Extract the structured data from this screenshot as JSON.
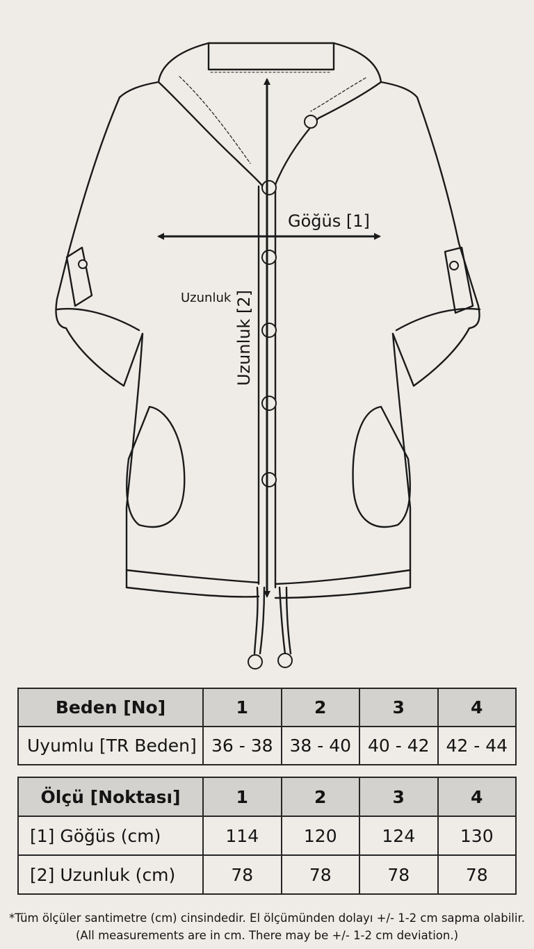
{
  "labels": {
    "chest": "Göğüs [1]",
    "length_small": "Uzunluk",
    "length_vertical": "Uzunluk [2]"
  },
  "size_table": {
    "header": [
      "Beden [No]",
      "1",
      "2",
      "3",
      "4"
    ],
    "row": [
      "Uyumlu [TR Beden]",
      "36 - 38",
      "38 - 40",
      "40 - 42",
      "42 - 44"
    ]
  },
  "measure_table": {
    "header": [
      "Ölçü [Noktası]",
      "1",
      "2",
      "3",
      "4"
    ],
    "rows": [
      [
        "[1] Göğüs (cm)",
        "114",
        "120",
        "124",
        "130"
      ],
      [
        "[2] Uzunluk (cm)",
        "78",
        "78",
        "78",
        "78"
      ]
    ]
  },
  "notes": {
    "tr": "*Tüm ölçüler santimetre (cm) cinsindedir. El ölçümünden dolayı +/- 1-2 cm sapma olabilir.",
    "en": "(All measurements are in cm. There may be +/- 1-2 cm deviation.)"
  },
  "colors": {
    "background": "#efece7",
    "line": "#1a1a1a",
    "table_header": "#d4d2ce"
  },
  "icons": [
    "hooded-jacket-drawing",
    "chest-arrow",
    "length-arrow",
    "button-icon",
    "drawstring-toggle"
  ]
}
